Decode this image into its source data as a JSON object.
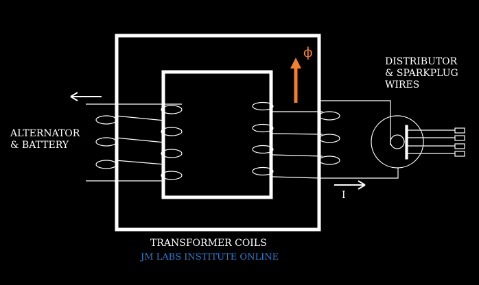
{
  "labels": {
    "left_line1": "ALTERNATOR",
    "left_line2": "& BATTERY",
    "right_line1": "DISTRIBUTOR",
    "right_line2": "& SPARKPLUG",
    "right_line3": "WIRES",
    "title": "TRANSFORMER COILS",
    "credit": "JM LABS INSTITUTE ONLINE",
    "flux_symbol": "ϕ",
    "current_symbol": "I"
  },
  "colors": {
    "background": "#000000",
    "lines": "#ffffff",
    "flux": "#f08030",
    "credit": "#2e7fd0"
  }
}
